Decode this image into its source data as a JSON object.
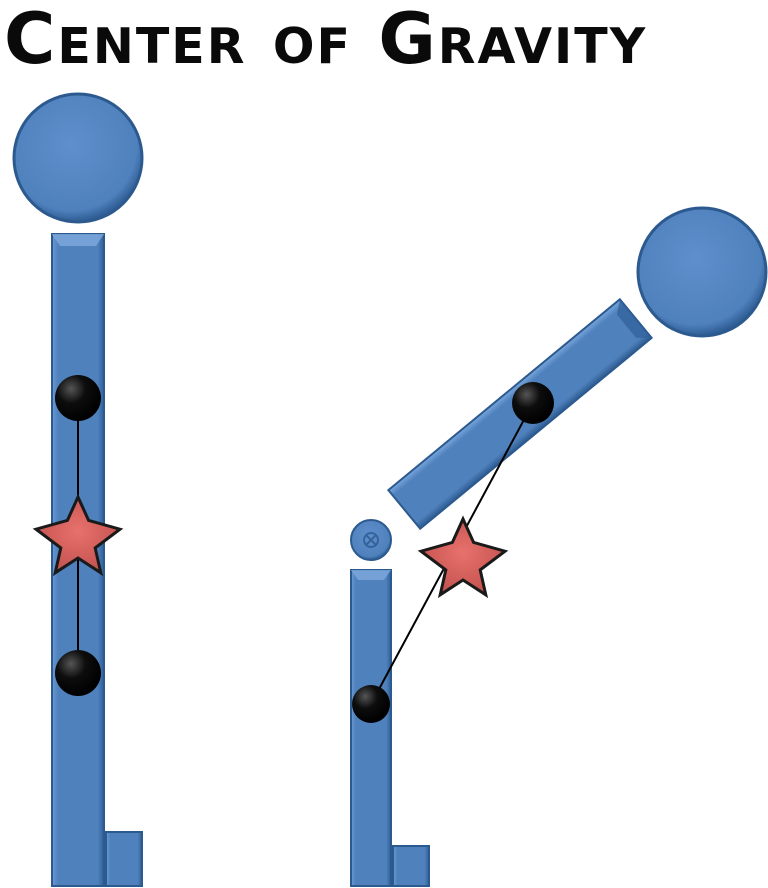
{
  "title": "Center of Gravity",
  "colors": {
    "limb": "#4f81bd",
    "limb_edge": "#2c5a8f",
    "joint": "#000000",
    "star": "#d9534f",
    "star_edge": "#1a1a1a",
    "line": "#000000"
  },
  "figures": [
    {
      "name": "standing",
      "pose": "upright"
    },
    {
      "name": "bending",
      "pose": "bent forward at the hip"
    }
  ]
}
